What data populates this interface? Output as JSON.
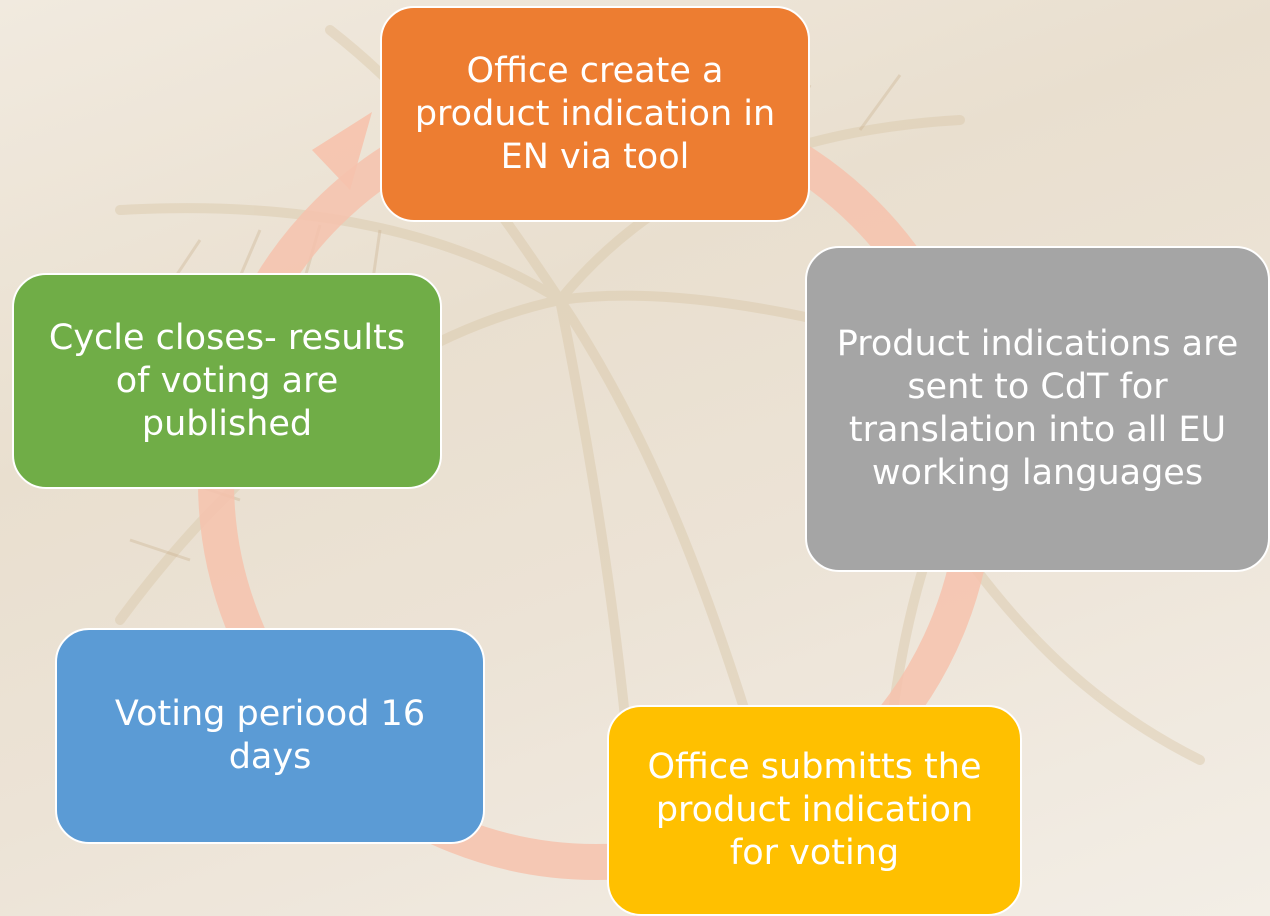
{
  "diagram": {
    "type": "cycle",
    "ring_color": "#f6c2ad",
    "steps": [
      {
        "id": "step-1",
        "text": "Office create a product indication in EN via tool",
        "color": "#ed7d31"
      },
      {
        "id": "step-2",
        "text": "Product indications are sent to CdT for translation into all EU working languages",
        "color": "#a5a5a5"
      },
      {
        "id": "step-3",
        "text": "Office submitts the product indication for voting",
        "color": "#ffc000"
      },
      {
        "id": "step-4",
        "text": "Voting periood 16 days",
        "color": "#5b9bd5"
      },
      {
        "id": "step-5",
        "text": "Cycle closes- results of voting are published",
        "color": "#70ad47"
      }
    ]
  }
}
